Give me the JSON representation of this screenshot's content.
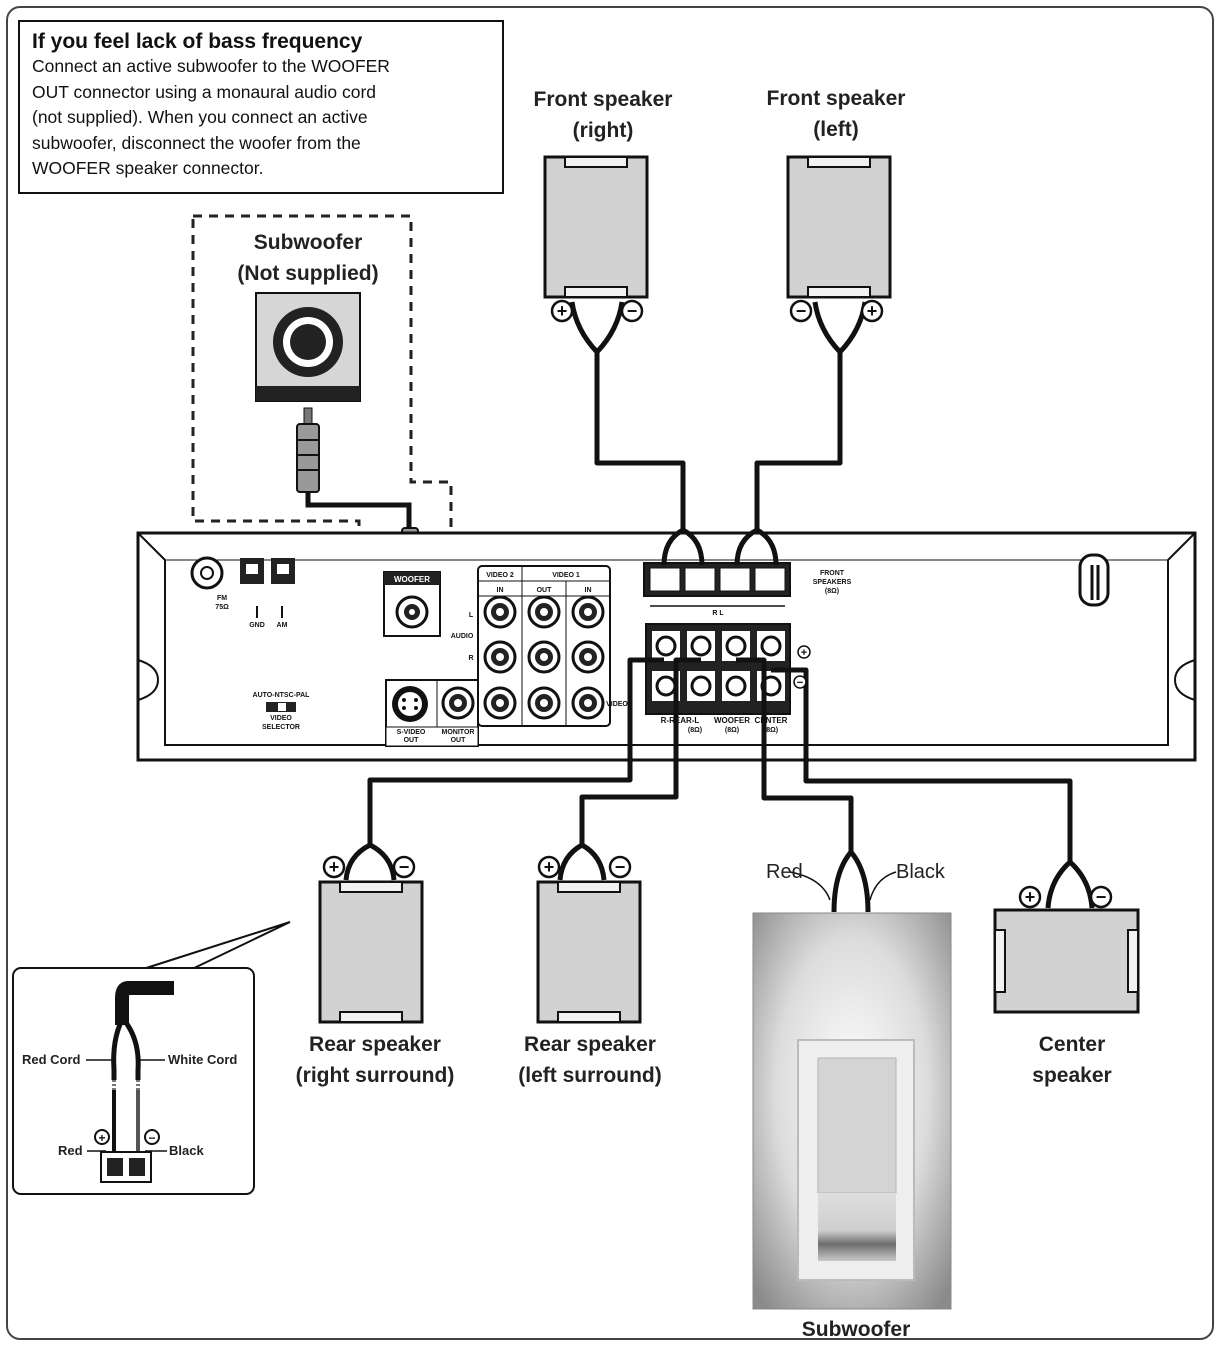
{
  "note": {
    "title": "If you feel lack of bass frequency",
    "lines": [
      "Connect an active subwoofer to the WOOFER",
      "OUT connector using a monaural audio cord",
      "(not supplied). When you connect an active",
      "subwoofer, disconnect the woofer from the",
      "WOOFER speaker connector."
    ]
  },
  "labels": {
    "front_right": [
      "Front speaker",
      "(right)"
    ],
    "front_left": [
      "Front speaker",
      "(left)"
    ],
    "active_sub": [
      "Subwoofer",
      "(Not supplied)"
    ],
    "rear_right": [
      "Rear speaker",
      "(right surround)"
    ],
    "rear_left": [
      "Rear speaker",
      "(left surround)"
    ],
    "center": [
      "Center",
      "speaker"
    ],
    "subwoofer": "Subwoofer",
    "red": "Red",
    "black": "Black"
  },
  "inset": {
    "red_cord": "Red Cord",
    "white_cord": "White Cord",
    "red": "Red",
    "black": "Black"
  },
  "panel": {
    "fm": "FM",
    "fm_ohm": "75Ω",
    "gnd": "GND",
    "am": "AM",
    "woofer_out": "WOOFER",
    "video2": "VIDEO 2",
    "video1": "VIDEO 1",
    "in": "IN",
    "out": "OUT",
    "audio": "AUDIO",
    "l": "L",
    "r": "R",
    "video": "VIDEO",
    "auto_ntsc_pal": "AUTO-NTSC-PAL",
    "video_selector": [
      "VIDEO",
      "SELECTOR"
    ],
    "s_video_out": [
      "S-VIDEO",
      "OUT"
    ],
    "monitor_out": [
      "MONITOR",
      "OUT"
    ],
    "front_speakers": [
      "FRONT",
      "SPEAKERS",
      "(8Ω)"
    ],
    "rear_label": "R-REAR-L",
    "rear_ohm": "(8Ω)",
    "woofer_label": "WOOFER",
    "woofer_ohm": "(8Ω)",
    "center_label": "CENTER",
    "center_ohm": "(8Ω)",
    "front_rl": "R L"
  },
  "polarity": {
    "plus": "+",
    "minus": "−"
  }
}
